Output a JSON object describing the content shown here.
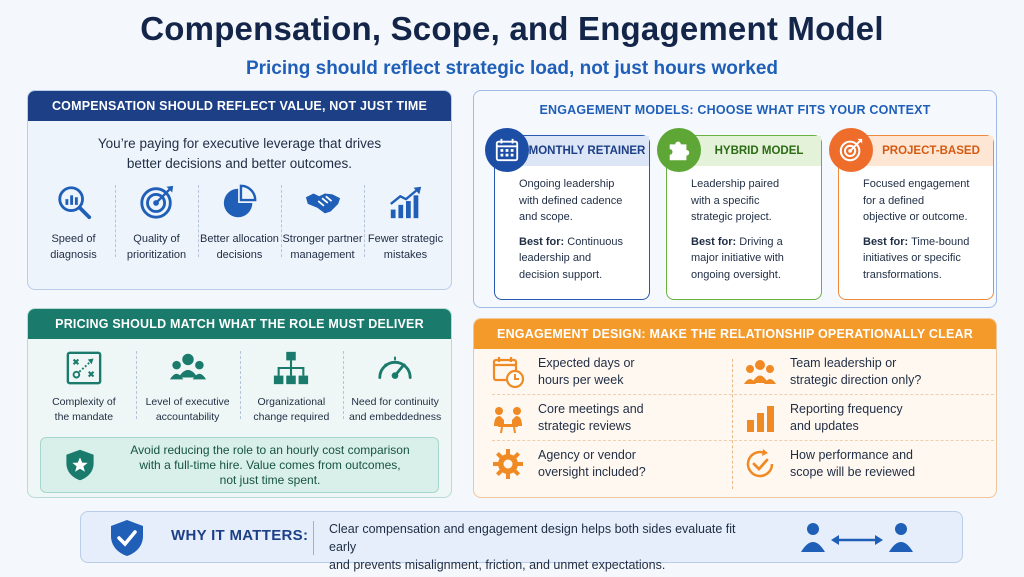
{
  "title": "Compensation, Scope, and Engagement Model",
  "subtitle": "Pricing should reflect strategic load, not just hours worked",
  "value_panel": {
    "header": "COMPENSATION SHOULD REFLECT VALUE, NOT JUST TIME",
    "intro_line1": "You’re paying for executive leverage that drives",
    "intro_line2": "better decisions and better outcomes.",
    "items": [
      {
        "icon": "magnifier-chart-icon",
        "line1": "Speed of",
        "line2": "diagnosis"
      },
      {
        "icon": "target-icon",
        "line1": "Quality of",
        "line2": "prioritization"
      },
      {
        "icon": "pie-chart-icon",
        "line1": "Better allocation",
        "line2": "decisions"
      },
      {
        "icon": "handshake-icon",
        "line1": "Stronger partner",
        "line2": "management"
      },
      {
        "icon": "trend-up-icon",
        "line1": "Fewer strategic",
        "line2": "mistakes"
      }
    ]
  },
  "role_panel": {
    "header": "PRICING SHOULD MATCH WHAT THE ROLE MUST DELIVER",
    "items": [
      {
        "icon": "strategy-board-icon",
        "line1": "Complexity of",
        "line2": "the mandate"
      },
      {
        "icon": "team-icon",
        "line1": "Level of executive",
        "line2": "accountability"
      },
      {
        "icon": "org-chart-icon",
        "line1": "Organizational",
        "line2": "change required"
      },
      {
        "icon": "gauge-icon",
        "line1": "Need for continuity",
        "line2": "and embeddedness"
      }
    ],
    "note_line1": "Avoid reducing the role to an hourly cost comparison",
    "note_line2": "with a full-time hire. Value comes from outcomes,",
    "note_line3": "not just time spent."
  },
  "models_panel": {
    "header": "ENGAGEMENT MODELS: CHOOSE WHAT FITS YOUR CONTEXT",
    "best_label": "Best for:",
    "cards": [
      {
        "icon": "calendar-icon",
        "title": "MONTHLY RETAINER",
        "body1": "Ongoing leadership",
        "body2": "with defined cadence",
        "body3": "and scope.",
        "best1": " Continuous",
        "best2": "leadership and",
        "best3": "decision support."
      },
      {
        "icon": "puzzle-icon",
        "title": "HYBRID MODEL",
        "body1": "Leadership paired",
        "body2": "with a specific",
        "body3": "strategic project.",
        "best1": " Driving a",
        "best2": "major initiative with",
        "best3": "ongoing oversight."
      },
      {
        "icon": "target-icon",
        "title": "PROJECT-BASED",
        "body1": "Focused engagement",
        "body2": "for a defined",
        "body3": "objective or outcome.",
        "best1": " Time-bound",
        "best2": "initiatives or specific",
        "best3": "transformations."
      }
    ]
  },
  "design_panel": {
    "header": "ENGAGEMENT DESIGN: MAKE THE RELATIONSHIP OPERATIONALLY CLEAR",
    "left_items": [
      {
        "icon": "calendar-clock-icon",
        "line1": "Expected days or",
        "line2": "hours per week"
      },
      {
        "icon": "meeting-icon",
        "line1": "Core meetings and",
        "line2": "strategic reviews"
      },
      {
        "icon": "gear-icon",
        "line1": "Agency or vendor",
        "line2": "oversight included?"
      }
    ],
    "right_items": [
      {
        "icon": "team-icon",
        "line1": "Team leadership or",
        "line2": "strategic direction only?"
      },
      {
        "icon": "bar-chart-icon",
        "line1": "Reporting frequency",
        "line2": "and updates"
      },
      {
        "icon": "check-circle-icon",
        "line1": "How performance and",
        "line2": "scope will be reviewed"
      }
    ]
  },
  "why": {
    "title": "WHY IT MATTERS:",
    "line1": "Clear compensation and engagement design helps both sides evaluate fit early",
    "line2": "and prevents misalignment, friction, and unmet expectations."
  },
  "colors": {
    "navy": "#1d3f86",
    "teal": "#1a7b6c",
    "blue": "#1f5fb8",
    "green": "#5ea636",
    "orange": "#f39a2b"
  }
}
